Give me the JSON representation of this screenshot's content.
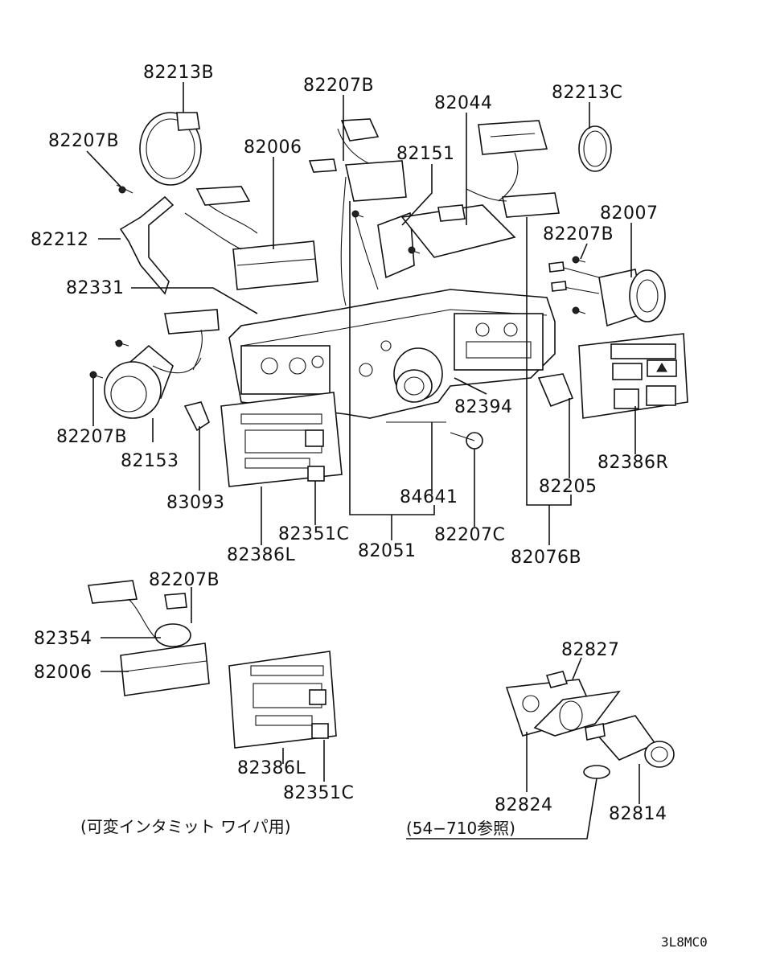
{
  "labels": {
    "p82213B": "82213B",
    "p82207B_a": "82207B",
    "p82044": "82044",
    "p82213C": "82213C",
    "p82207B_left": "82207B",
    "p82006": "82006",
    "p82151": "82151",
    "p82007": "82007",
    "p82212": "82212",
    "p82207B_right": "82207B",
    "p82331": "82331",
    "p82394": "82394",
    "p82207B_low": "82207B",
    "p82153": "82153",
    "p82386R": "82386R",
    "p83093": "83093",
    "p84641": "84641",
    "p82205": "82205",
    "p82351C": "82351C",
    "p82207C": "82207C",
    "p82386L": "82386L",
    "p82051": "82051",
    "p82076B": "82076B",
    "p82207B_sub": "82207B",
    "p82354": "82354",
    "p82006_sub": "82006",
    "p82827": "82827",
    "p82386L_sub": "82386L",
    "p82351C_sub": "82351C",
    "p82824": "82824",
    "p82814": "82814"
  },
  "notes": {
    "variable_wiper": "(可変インタミット ワイパ用)",
    "reference": "(54−710参照)"
  },
  "drawing_code": "3L8MC0"
}
